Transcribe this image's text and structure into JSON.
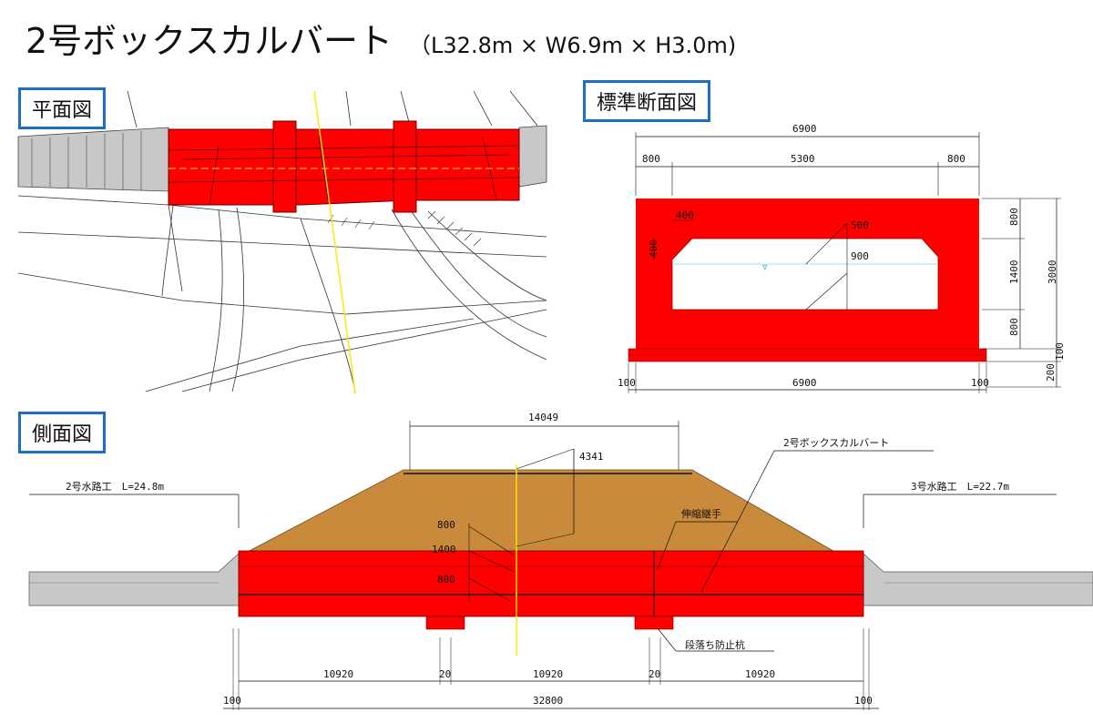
{
  "title": {
    "main": "2号ボックスカルバート",
    "sub": "（L32.8m × W6.9m × H3.0m)"
  },
  "labels": {
    "plan": "平面図",
    "section": "標準断面図",
    "side": "側面図"
  },
  "section_dims": {
    "total_top": "6900",
    "left_wall": "800",
    "inner": "5300",
    "right_wall": "800",
    "h_top": "800",
    "h_mid": "1400",
    "h_bot": "800",
    "h_total": "3000",
    "h_100": "100",
    "h_200": "200",
    "haunch_w": "400",
    "haunch_h": "400",
    "leader_500": "500",
    "leader_900": "900",
    "bottom_left": "100",
    "bottom_mid": "6900",
    "bottom_right": "100"
  },
  "side_dims": {
    "top_width": "14049",
    "cover": "4341",
    "h800a": "800",
    "h1400": "1400",
    "h800b": "800",
    "culvert_name": "2号ボックスカルバート",
    "joint": "伸縮継手",
    "pile": "段落ち防止杭",
    "left_channel": "2号水路工　L=24.8m",
    "right_channel": "3号水路工　L=22.7m",
    "seg1": "10920",
    "gap1": "20",
    "seg2": "10920",
    "gap2": "20",
    "seg3": "10920",
    "end_left": "100",
    "total": "32800",
    "end_right": "100"
  },
  "colors": {
    "concrete_red": "#ff0000",
    "soil": "#c98a3c",
    "label_border": "#1f6fc0"
  }
}
